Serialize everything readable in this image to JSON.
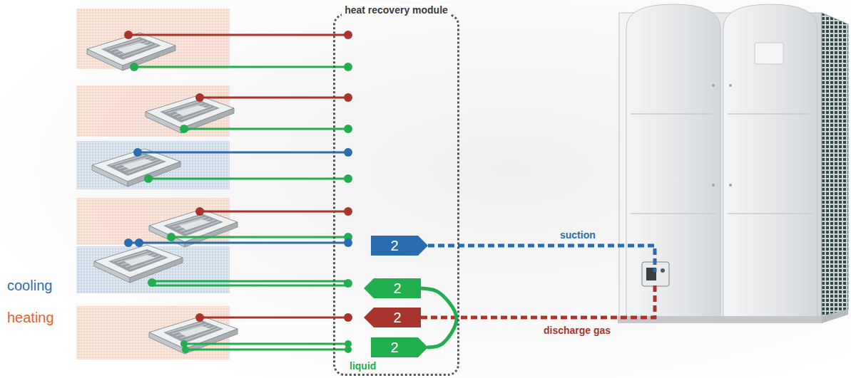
{
  "diagram": {
    "nodes": [
      {
        "text": [
          "heat recovery module"
        ]
      },
      {
        "text": [
          "2"
        ],
        "in": 0
      },
      {
        "text": [
          "2"
        ],
        "in": 0
      },
      {
        "text": [
          "2"
        ],
        "in": 0
      },
      {
        "text": [
          "2"
        ],
        "in": 0
      }
    ],
    "edges": [
      {
        "from": 2,
        "to": 4,
        "arrow": "none"
      }
    ],
    "labels": [
      "suction",
      "cooling",
      "heating",
      "discharge gas",
      "liquid"
    ]
  }
}
